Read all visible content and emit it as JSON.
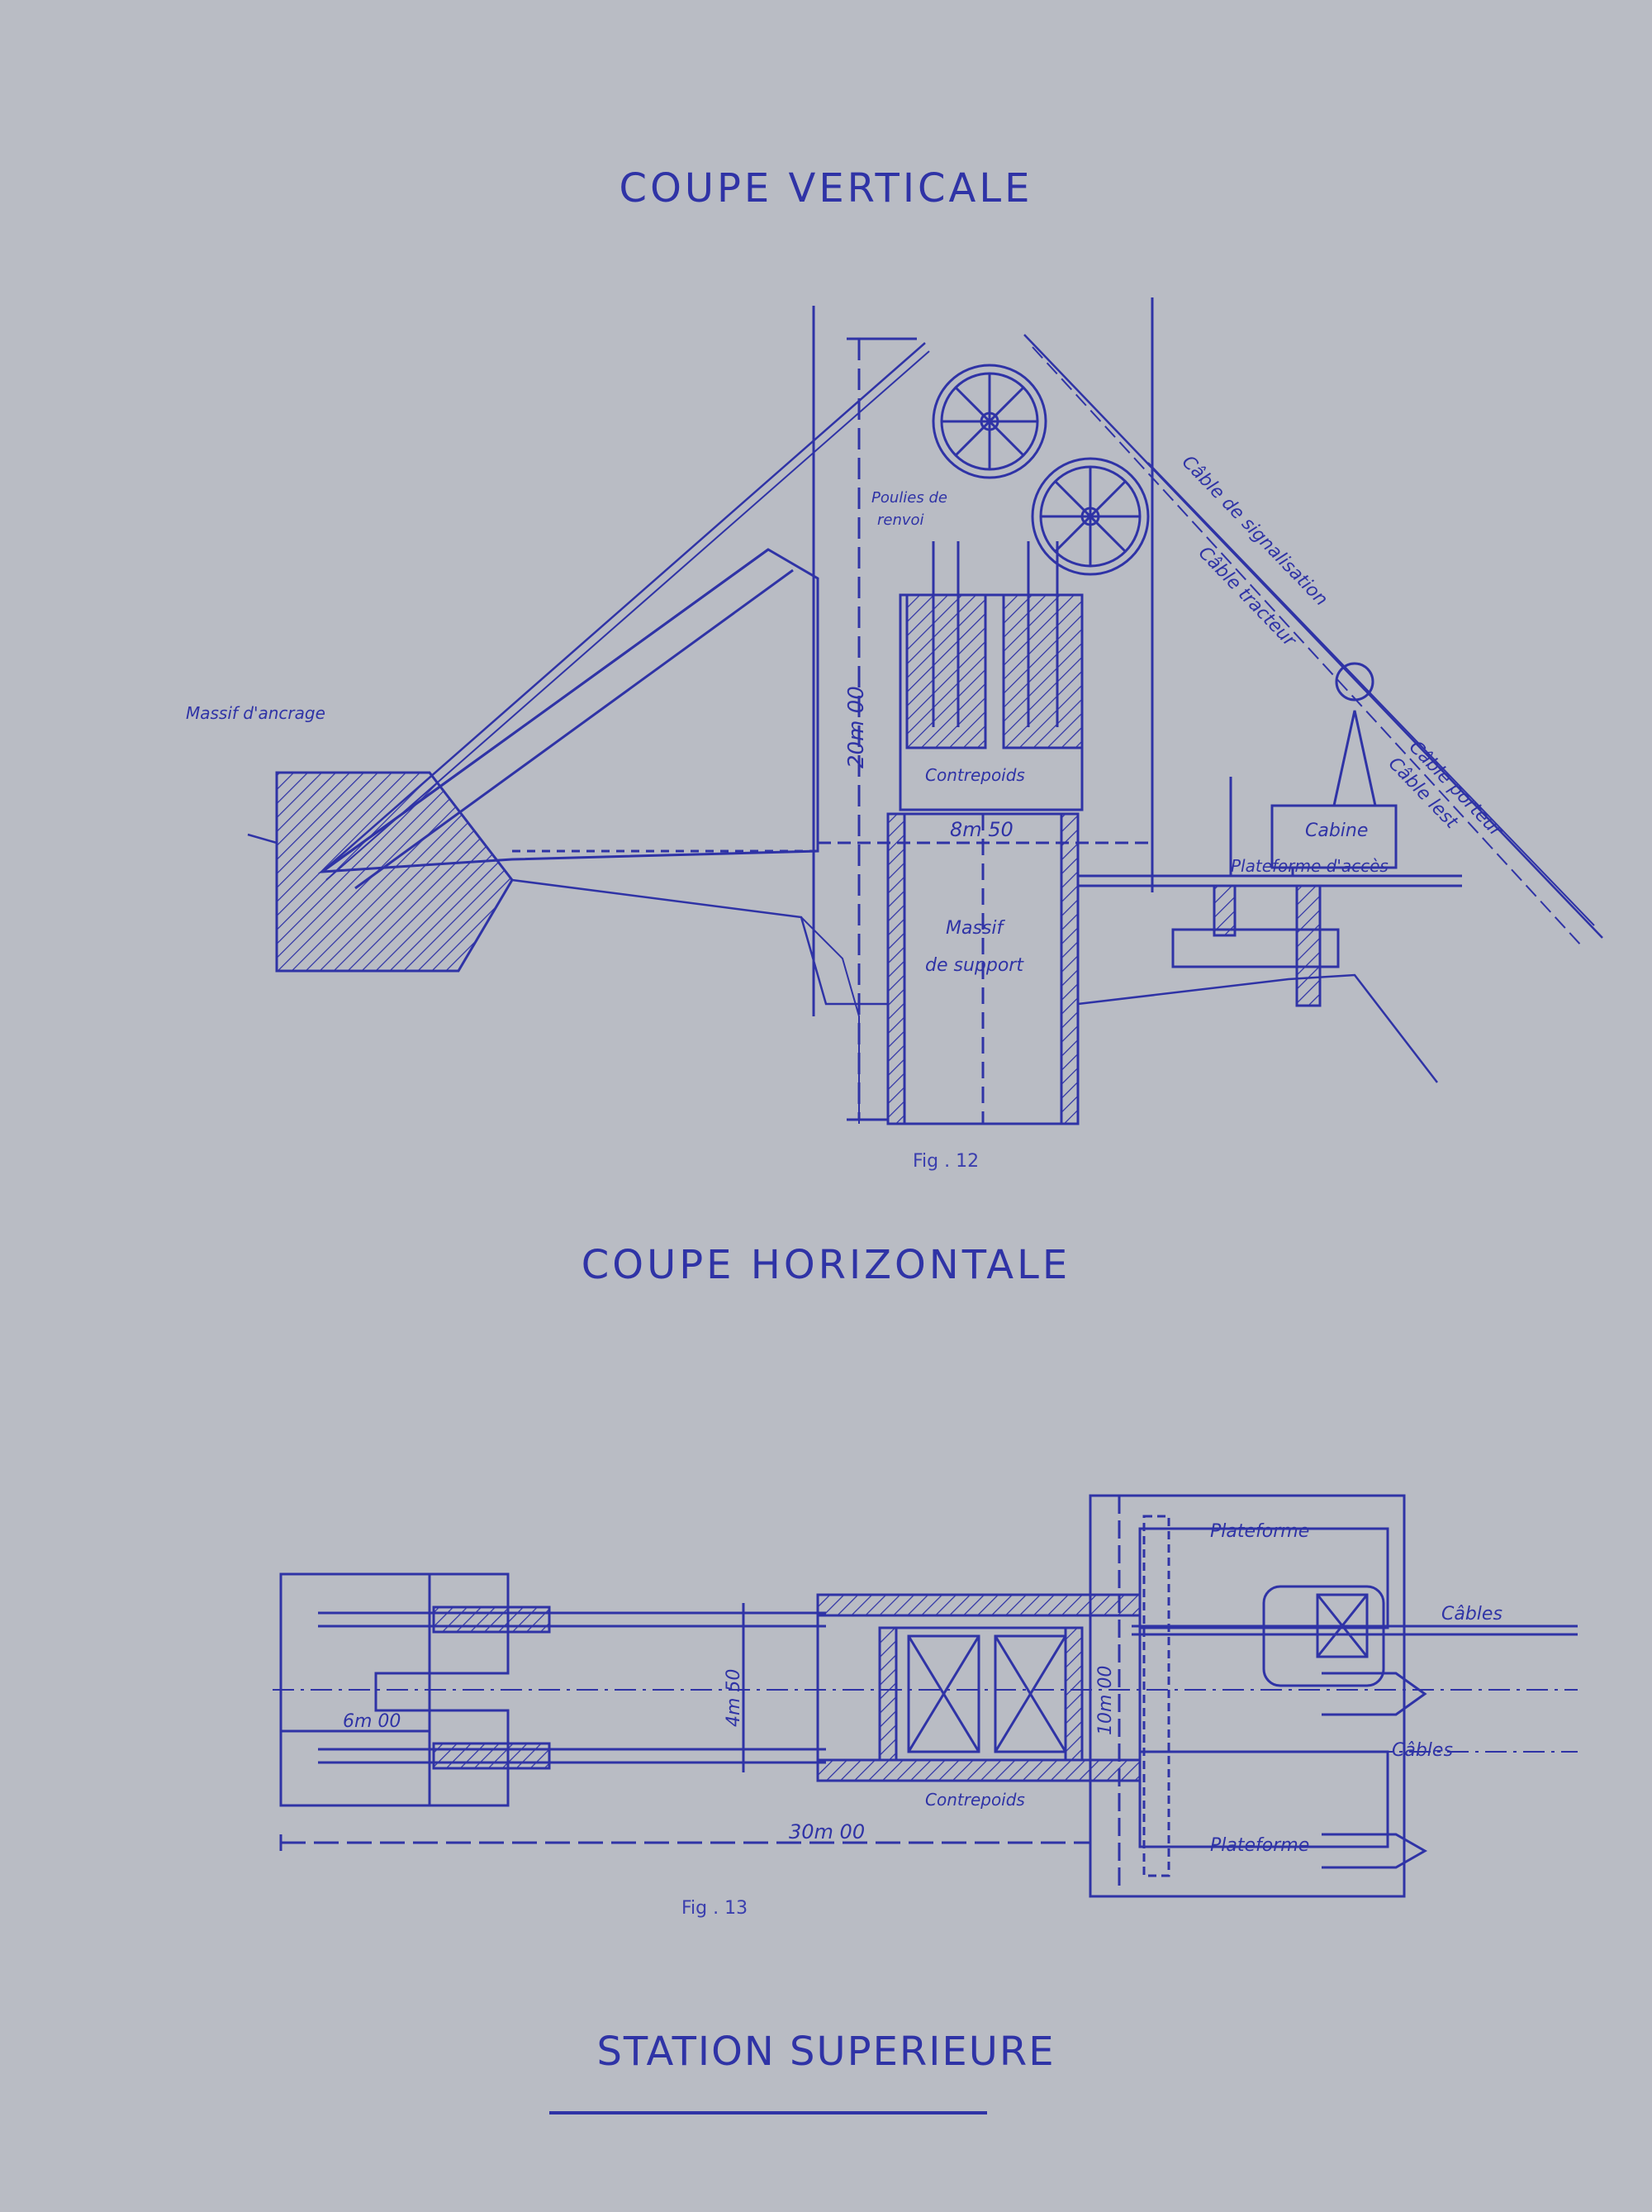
{
  "titles": {
    "vertical": "COUPE VERTICALE",
    "horizontal": "COUPE HORIZONTALE",
    "station": "STATION SUPERIEURE"
  },
  "fig12": {
    "caption": "Fig . 12",
    "labels": {
      "massif_ancrage": "Massif d'ancrage",
      "poulies_1": "Poulies de",
      "poulies_2": "renvoi",
      "contrepoids": "Contrepoids",
      "height": "20m 00",
      "width": "8m 50",
      "massif_support_1": "Massif",
      "massif_support_2": "de support",
      "cable_signalisation": "Câble de signalisation",
      "cable_tracteur": "Câble tracteur",
      "cable_porteur": "Câble porteur",
      "cable_lest": "Câble lest",
      "cabine": "Cabine",
      "plateforme_acces": "Plateforme d'accès"
    }
  },
  "fig13": {
    "caption": "Fig . 13",
    "labels": {
      "plateforme_top": "Plateforme",
      "plateforme_bottom": "Plateforme",
      "cables_top": "Câbles",
      "cables_mid": "Câbles",
      "contrepoids": "Contrepoids",
      "dim_6": "6m 00",
      "dim_4_5": "4m 50",
      "dim_10": "10m 00",
      "dim_30": "30m 00"
    }
  },
  "colors": {
    "ink": "#2f33a6",
    "paper": "#b9bcc4"
  }
}
